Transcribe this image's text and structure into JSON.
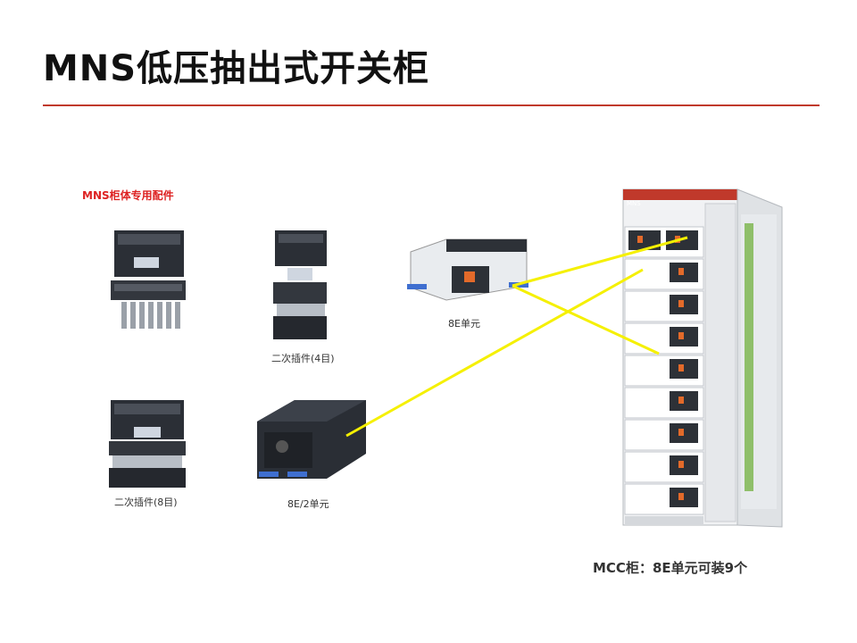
{
  "title": "MNS低压抽出式开关柜",
  "parts_heading": "MNS柜体专用配件",
  "captions": {
    "plug_4": "二次插件(4目)",
    "plug_8": "二次插件(8目)",
    "unit_8e": "8E单元",
    "unit_8e_half": "8E/2单元",
    "mcc": "MCC柜：8E单元可装9个"
  },
  "cabinet_badge": "MNS",
  "colors": {
    "accent": "#c0392b",
    "connector": "#f5f000"
  }
}
